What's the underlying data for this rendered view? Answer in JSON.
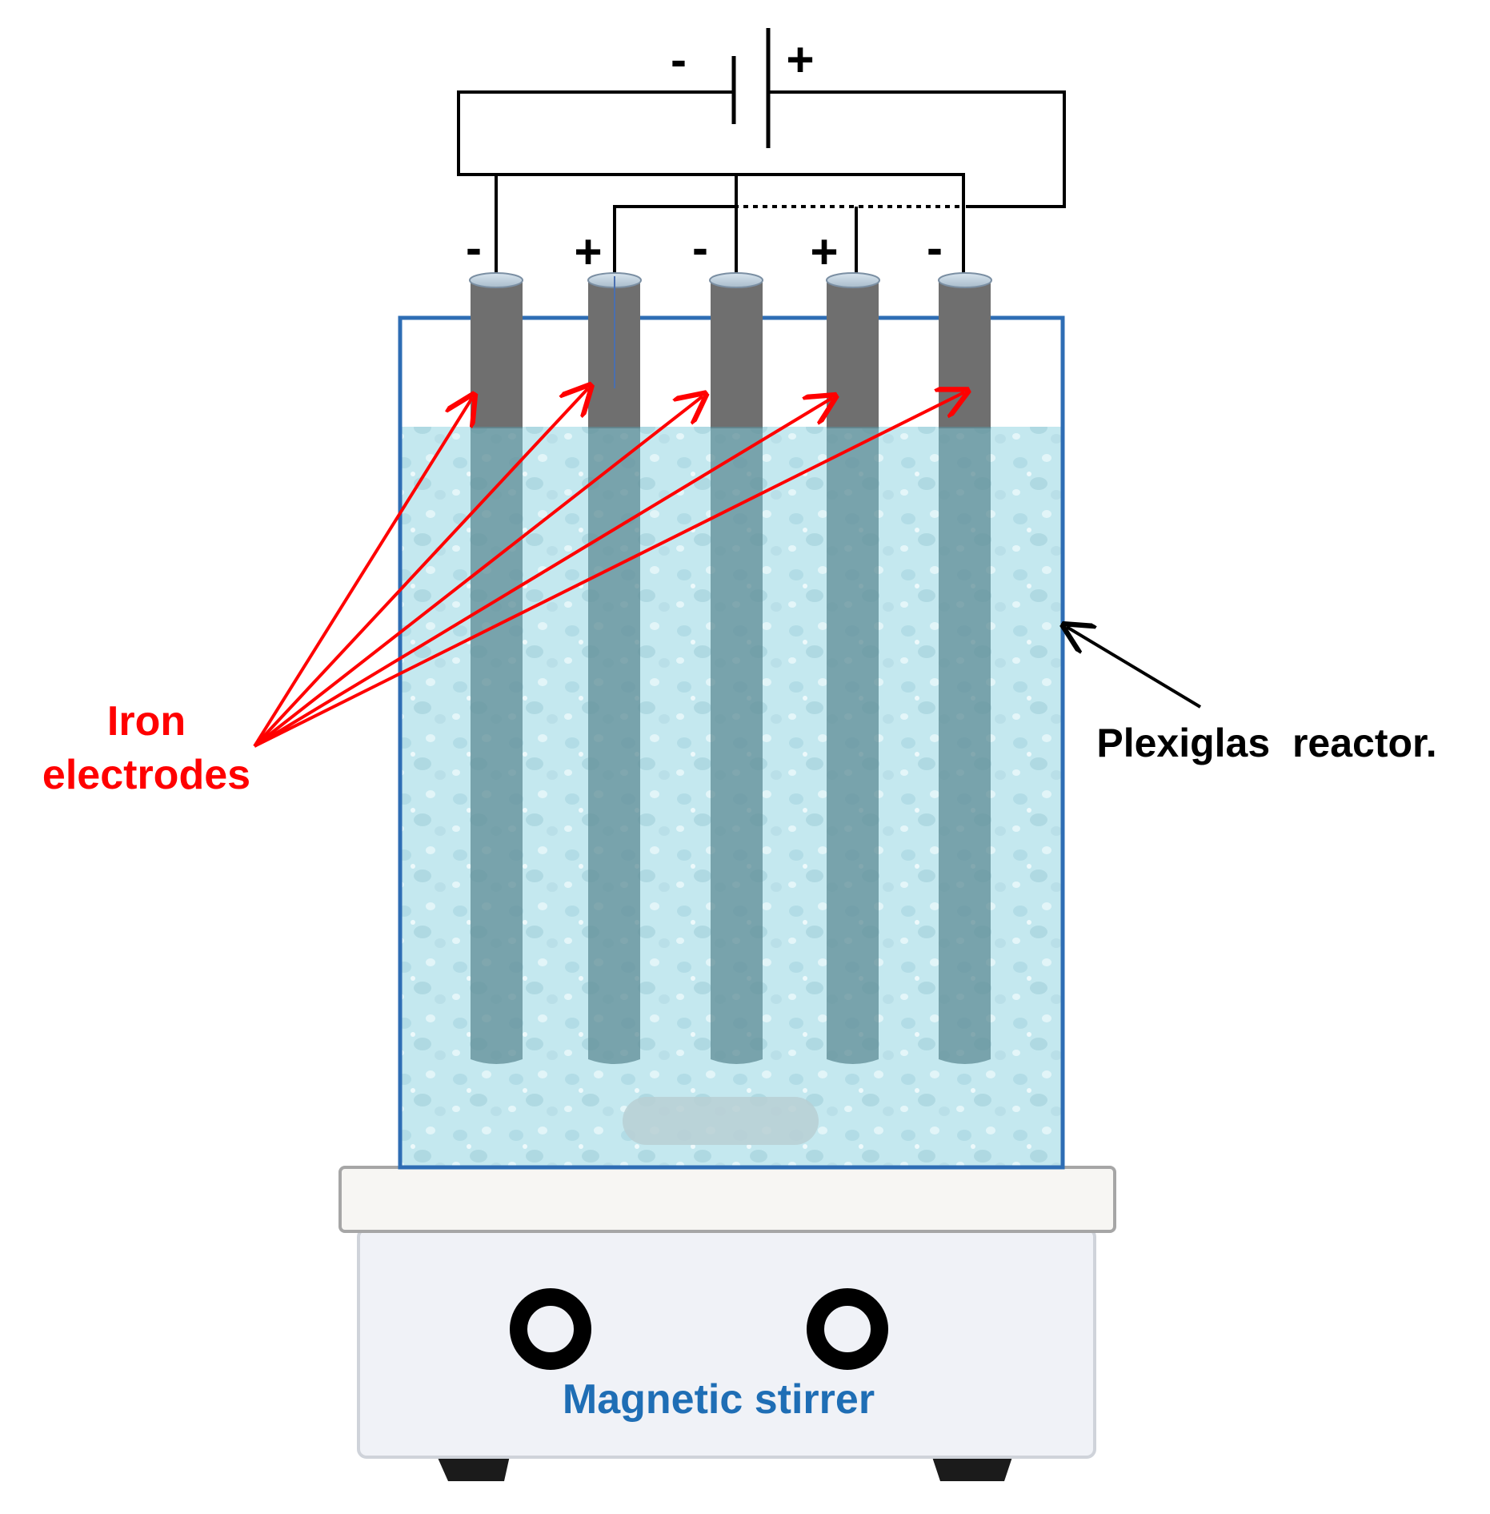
{
  "battery": {
    "negative_sign": "-",
    "positive_sign": "+"
  },
  "electrodes": [
    {
      "polarity": "-"
    },
    {
      "polarity": "+"
    },
    {
      "polarity": "-"
    },
    {
      "polarity": "+"
    },
    {
      "polarity": "-"
    }
  ],
  "labels": {
    "electrodes_line1": "Iron",
    "electrodes_line2": "electrodes",
    "reactor": "Plexiglas  reactor.",
    "stirrer": "Magnetic stirrer"
  },
  "colors": {
    "electrode_label": "#ff0000",
    "arrows": "#ff0000",
    "reactor_label": "#000000",
    "stirrer_label": "#1f6eb5",
    "reactor_border": "#2e6db4",
    "water": "#c4e8ef",
    "electrode": "#6f6f6f"
  }
}
